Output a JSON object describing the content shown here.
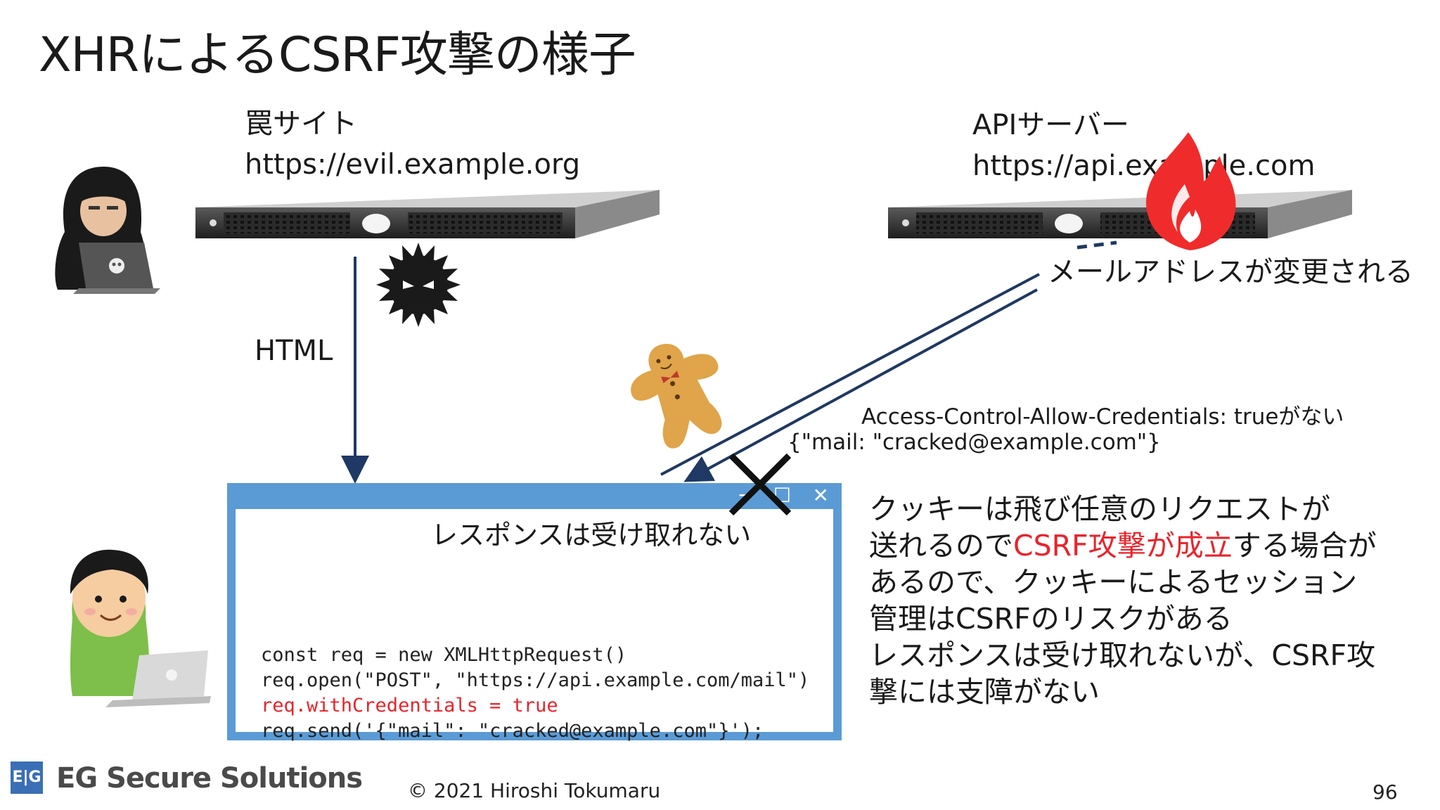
{
  "slide": {
    "title": "XHRによるCSRF攻撃の様子",
    "page_number": "96",
    "copyright": "© 2021 Hiroshi Tokumaru",
    "logo_mark": "E|G",
    "logo_text": "EG Secure Solutions"
  },
  "trap_site": {
    "name": "罠サイト",
    "url": "https://evil.example.org"
  },
  "api_server": {
    "name": "APIサーバー",
    "url": "https://api.example.com"
  },
  "arrows": {
    "html_label": "HTML",
    "mail_changed": "メールアドレスが変更される",
    "response_header_note": "Access-Control-Allow-Credentials: trueがない",
    "response_body": "{\"mail: \"cracked@example.com\"}"
  },
  "browser": {
    "no_response_text": "レスポンスは受け取れない",
    "code_lines": [
      "const req = new XMLHttpRequest()",
      "req.open(\"POST\", \"https://api.example.com/mail\")",
      "req.withCredentials = true",
      "req.send('{\"mail\": \"cracked@example.com\"}');"
    ]
  },
  "explanation": {
    "line1": "クッキーは飛び任意のリクエストが",
    "line2_pre": "送れるので",
    "line2_red": "CSRF攻撃が成立",
    "line2_post": "する場合が",
    "line3": "あるので、クッキーによるセッション",
    "line4": "管理はCSRFのリスクがある",
    "line5": "レスポンスは受け取れないが、CSRF攻",
    "line6": "撃には支障がない"
  },
  "colors": {
    "accent_blue": "#5b9bd5",
    "arrow_navy": "#1f3864",
    "highlight_red": "#e8242b",
    "fire_red": "#f02b2b"
  },
  "icons": [
    "hacker-icon",
    "server-icon",
    "virus-icon",
    "cookie-man-icon",
    "fire-icon",
    "user-icon",
    "cross-icon"
  ]
}
